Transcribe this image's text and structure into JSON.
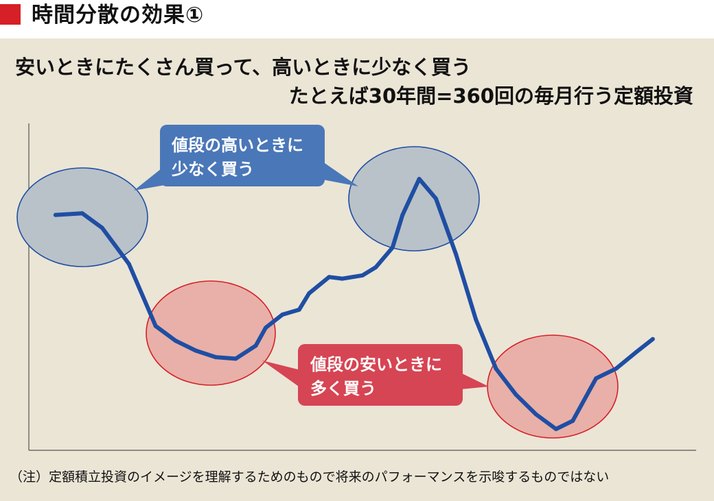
{
  "header": {
    "title": "時間分散の効果①"
  },
  "subtitle": {
    "line1": "安いときにたくさん買って、高いときに少なく買う",
    "line2": "たとえば30年間=360回の毎月行う定額投資"
  },
  "callouts": {
    "high_line1": "値段の高いときに",
    "high_line2": "少なく買う",
    "low_line1": "値段の安いときに",
    "low_line2": "多く買う"
  },
  "note": "（注）定額積立投資のイメージを理解するためのもので将来のパフォーマンスを示唆するものではない",
  "colors": {
    "line": "#1f4ea3",
    "high_ellipse_fill": "#b9c2c8",
    "high_ellipse_stroke": "#1f4ea3",
    "low_ellipse_fill": "#e8b0a8",
    "low_ellipse_stroke": "#d61f26",
    "high_callout": "#4a77b8",
    "low_callout": "#d64553",
    "background": "#ebe5d6",
    "header_mark": "#d61f26"
  },
  "chart_data": {
    "type": "line",
    "title": "",
    "xlabel": "",
    "ylabel": "",
    "xlim": [
      0,
      100
    ],
    "ylim": [
      0,
      100
    ],
    "grid": false,
    "series": [
      {
        "values": [
          {
            "x": 4,
            "y": 72
          },
          {
            "x": 8,
            "y": 72.5
          },
          {
            "x": 11,
            "y": 68
          },
          {
            "x": 15,
            "y": 57
          },
          {
            "x": 19,
            "y": 38
          },
          {
            "x": 22,
            "y": 33.5
          },
          {
            "x": 25,
            "y": 30.5
          },
          {
            "x": 28,
            "y": 28.5
          },
          {
            "x": 31,
            "y": 28
          },
          {
            "x": 34,
            "y": 32
          },
          {
            "x": 35.5,
            "y": 37.5
          },
          {
            "x": 38,
            "y": 41.5
          },
          {
            "x": 40.5,
            "y": 43
          },
          {
            "x": 42,
            "y": 48
          },
          {
            "x": 45,
            "y": 53
          },
          {
            "x": 47,
            "y": 52.5
          },
          {
            "x": 50,
            "y": 53.5
          },
          {
            "x": 52,
            "y": 56
          },
          {
            "x": 54.5,
            "y": 62
          },
          {
            "x": 56,
            "y": 72
          },
          {
            "x": 58.5,
            "y": 83
          },
          {
            "x": 61,
            "y": 77
          },
          {
            "x": 64,
            "y": 60
          },
          {
            "x": 67,
            "y": 40
          },
          {
            "x": 70,
            "y": 25
          },
          {
            "x": 73,
            "y": 17
          },
          {
            "x": 76,
            "y": 11
          },
          {
            "x": 79,
            "y": 6.5
          },
          {
            "x": 81.5,
            "y": 9
          },
          {
            "x": 85,
            "y": 22
          },
          {
            "x": 88,
            "y": 25
          },
          {
            "x": 91,
            "y": 30
          },
          {
            "x": 93.5,
            "y": 34
          }
        ]
      }
    ]
  }
}
